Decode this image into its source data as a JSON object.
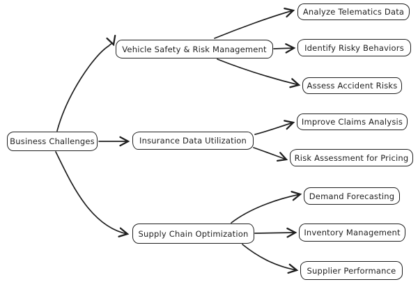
{
  "diagram": {
    "type": "mindmap",
    "colors": {
      "stroke": "#1e1e1e",
      "background": "#ffffff"
    },
    "root": {
      "label": "Business Challenges"
    },
    "branches": [
      {
        "label": "Vehicle Safety & Risk Management",
        "children": [
          "Analyze Telematics Data",
          "Identify Risky Behaviors",
          "Assess Accident Risks"
        ]
      },
      {
        "label": "Insurance Data Utilization",
        "children": [
          "Improve Claims Analysis",
          "Risk Assessment for Pricing"
        ]
      },
      {
        "label": "Supply Chain Optimization",
        "children": [
          "Demand Forecasting",
          "Inventory Management",
          "Supplier Performance"
        ]
      }
    ],
    "edges": [
      {
        "from": "Business Challenges",
        "to": "Vehicle Safety & Risk Management"
      },
      {
        "from": "Business Challenges",
        "to": "Insurance Data Utilization"
      },
      {
        "from": "Business Challenges",
        "to": "Supply Chain Optimization"
      },
      {
        "from": "Vehicle Safety & Risk Management",
        "to": "Analyze Telematics Data"
      },
      {
        "from": "Vehicle Safety & Risk Management",
        "to": "Identify Risky Behaviors"
      },
      {
        "from": "Vehicle Safety & Risk Management",
        "to": "Assess Accident Risks"
      },
      {
        "from": "Insurance Data Utilization",
        "to": "Improve Claims Analysis"
      },
      {
        "from": "Insurance Data Utilization",
        "to": "Risk Assessment for Pricing"
      },
      {
        "from": "Supply Chain Optimization",
        "to": "Demand Forecasting"
      },
      {
        "from": "Supply Chain Optimization",
        "to": "Inventory Management"
      },
      {
        "from": "Supply Chain Optimization",
        "to": "Supplier Performance"
      }
    ]
  }
}
